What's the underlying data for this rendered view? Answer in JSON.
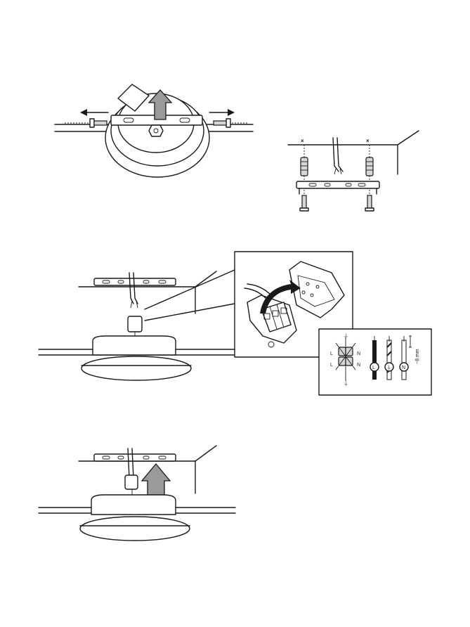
{
  "wiring_detail": {
    "connector_left_label_top": "L",
    "connector_left_label_bottom": "L",
    "connector_right_label_top": "N",
    "connector_right_label_bottom": "N",
    "earth_symbol_top": "⏚",
    "earth_symbol_bottom": "⏚",
    "wire_live_label": "L",
    "wire_earth_label": "⏚",
    "wire_neutral_label": "N",
    "strip_length_label": "~8 mm"
  },
  "drill_marks": {
    "left_mark": "×",
    "right_mark": "×"
  }
}
